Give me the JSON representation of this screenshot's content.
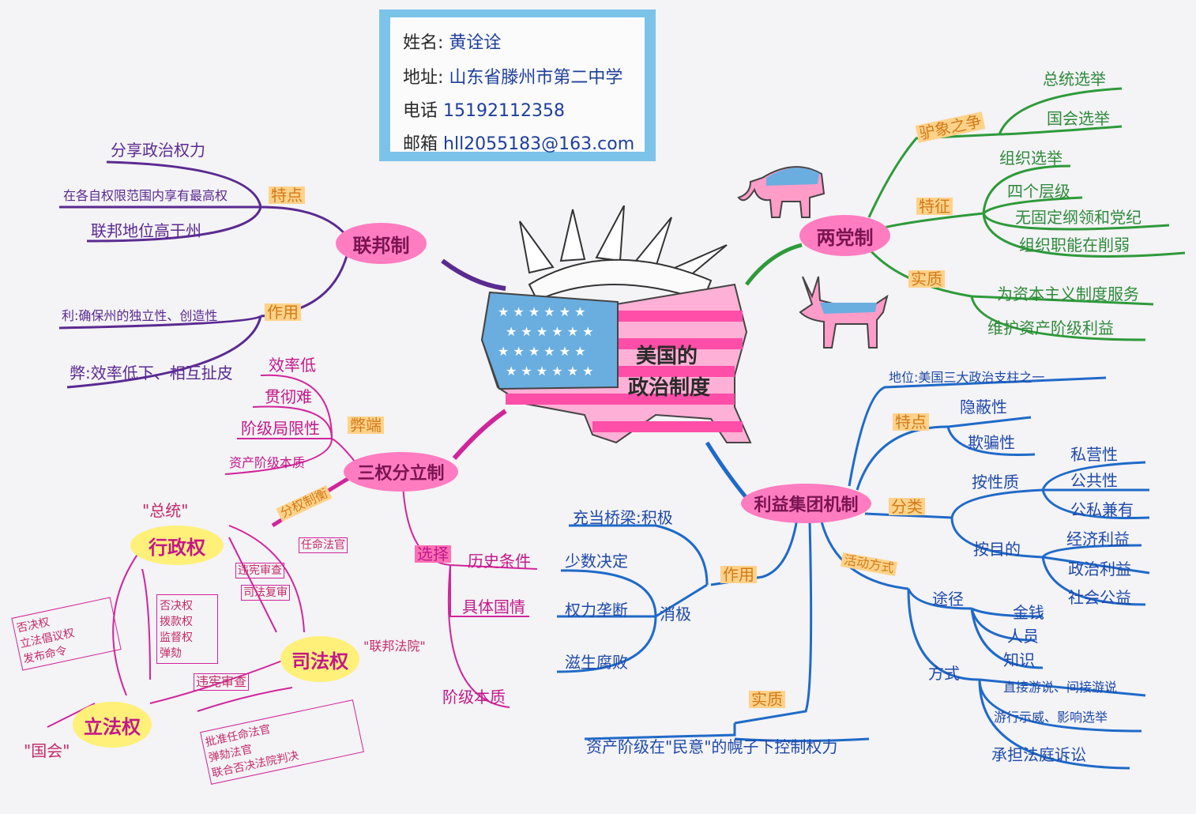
{
  "contact": {
    "name_label": "姓名:",
    "name": "黄诠诠",
    "address_label": "地址:",
    "address": "山东省滕州市第二中学",
    "phone_label": "电话",
    "phone": "15192112358",
    "email_label": "邮箱",
    "email": "hll2055183@163.com"
  },
  "center": {
    "line1": "美国的",
    "line2": "政治制度"
  },
  "federal": {
    "title": "联邦制",
    "features_label": "特点",
    "features": [
      "分享政治权力",
      "在各自权限范围内享有最高权",
      "联邦地位高于州"
    ],
    "function_label": "作用",
    "function_pos": "利:确保州的独立性、创造性",
    "function_neg": "弊:效率低下、相互扯皮"
  },
  "separation": {
    "title": "三权分立制",
    "drawbacks_label": "弊端",
    "drawbacks": [
      "效率低",
      "贯彻难",
      "阶级局限性",
      "资产阶级本质"
    ],
    "balance_label": "分权制衡",
    "choice_label": "选择",
    "choices": [
      "历史条件",
      "具体国情",
      "阶级本质"
    ],
    "executive": "行政权",
    "executive_note": "\"总统\"",
    "judicial": "司法权",
    "judicial_note": "\"联邦法院\"",
    "legislative": "立法权",
    "legislative_note": "\"国会\"",
    "appoint_judges": "任命法官",
    "judicial_review_exec": [
      "违宪审查",
      "司法复审"
    ],
    "leg_over_exec": [
      "否决权",
      "拨款权",
      "监督权",
      "弹劾"
    ],
    "exec_over_leg": [
      "否决权",
      "立法倡议权",
      "发布命令"
    ],
    "judicial_review_leg": "违宪审查",
    "leg_over_jud": [
      "批准任命法官",
      "弹劾法官",
      "联合否决法院判决"
    ]
  },
  "twoparty": {
    "title": "两党制",
    "rivalry_label": "驴象之争",
    "rivalry": [
      "总统选举",
      "国会选举"
    ],
    "features_label": "特征",
    "features": [
      "组织选举",
      "四个层级",
      "无固定纲领和党纪",
      "组织职能在削弱"
    ],
    "essence_label": "实质",
    "essence": [
      "为资本主义制度服务",
      "维护资产阶级利益"
    ]
  },
  "interest": {
    "title": "利益集团机制",
    "status": "地位:美国三大政治支柱之一",
    "features_label": "特点",
    "features": [
      "隐蔽性",
      "欺骗性"
    ],
    "classify_label": "分类",
    "by_nature": "按性质",
    "nature": [
      "私营性",
      "公共性",
      "公私兼有"
    ],
    "by_purpose": "按目的",
    "purpose": [
      "经济利益",
      "政治利益",
      "社会公益"
    ],
    "activity_label": "活动方式",
    "channel_label": "途径",
    "channels": [
      "金钱",
      "人员",
      "知识"
    ],
    "method_label": "方式",
    "methods": [
      "直接游说、间接游说",
      "游行示威、影响选举",
      "承担法庭诉讼"
    ],
    "role_label": "作用",
    "positive": "充当桥梁:积极",
    "negative_label": "消极",
    "negatives": [
      "少数决定",
      "权力垄断",
      "滋生腐败"
    ],
    "essence_label": "实质",
    "essence": "资产阶级在\"民意\"的幌子下控制权力"
  },
  "colors": {
    "purple": "#5a2a90",
    "green": "#2e8a3a",
    "blue": "#1f4aa8",
    "magenta": "#c2188a",
    "orange_highlight": "#ffd28a",
    "pink_highlight": "#ff6fb4",
    "flag_blue": "#6aaee0",
    "flag_pink": "#ff8cc4"
  }
}
